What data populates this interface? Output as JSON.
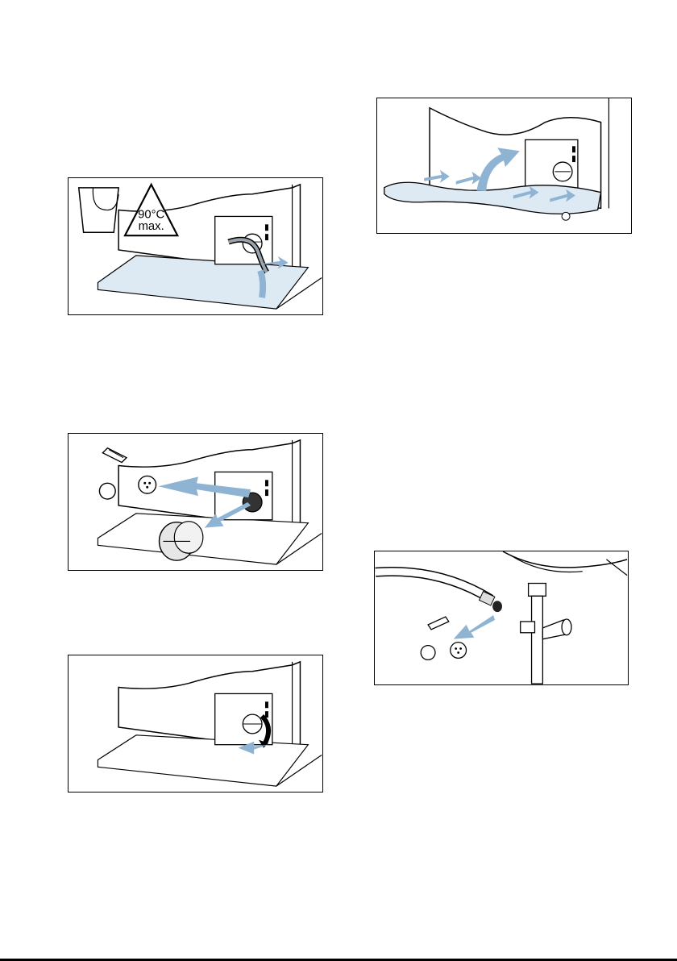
{
  "figures": [
    {
      "id": "drain-hose-bucket",
      "warning": {
        "line1": "90°C",
        "line2": "max."
      }
    },
    {
      "id": "remove-pump-cover"
    },
    {
      "id": "refit-pump-cover"
    },
    {
      "id": "refit-service-flap"
    },
    {
      "id": "siphon-connection"
    }
  ],
  "colors": {
    "arrow": "#8fb4d3",
    "floor_tint": "#dde9f3",
    "outline": "#000000"
  }
}
